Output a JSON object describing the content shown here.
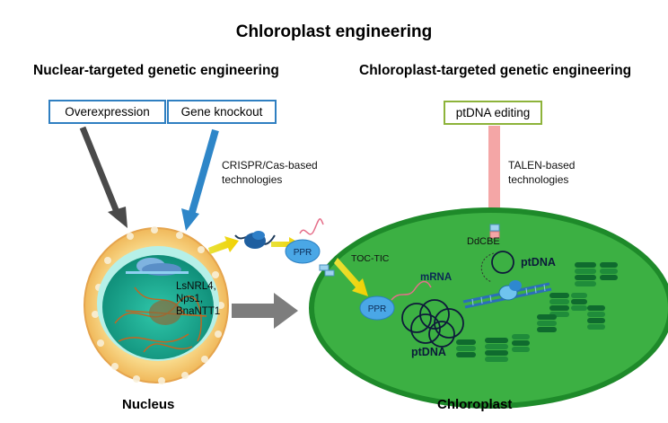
{
  "title": "Chloroplast engineering",
  "nuclear": {
    "heading": "Nuclear-targeted genetic engineering",
    "overexpression": "Overexpression",
    "gene_knockout": "Gene knockout",
    "crispr_note_line1": "CRISPR/Cas-based",
    "crispr_note_line2": "technologies",
    "genes": [
      "LsNRL4,",
      "Nps1,",
      "BnaNTT1"
    ],
    "caption": "Nucleus"
  },
  "chloroplast": {
    "heading": "Chloroplast-targeted genetic engineering",
    "ptdna_editing": "ptDNA editing",
    "talen_note_line1": "TALEN-based",
    "talen_note_line2": "technologies",
    "ddcbe": "DdCBE",
    "ptdna_label": "ptDNA",
    "mrna_label": "mRNA",
    "ptdna_genome_label": "ptDNA",
    "toc_tic": "TOC-TIC",
    "ppr_inside": "PPR",
    "caption": "Chloroplast"
  },
  "ppr_cytosol": "PPR",
  "colors": {
    "nuclear_box_border": "#2f7fc1",
    "ptdna_box_border": "#8db33a",
    "chloroplast_fill": "#3cb043",
    "chloroplast_border": "#1e8a2a",
    "nucleus_outer": "#f5cd7a",
    "nucleus_inner": "#1aa690",
    "talen_arrow": "#f4a6a6",
    "crispr_arrow": "#2e86c8",
    "overexpression_arrow": "#4a4a4a"
  }
}
